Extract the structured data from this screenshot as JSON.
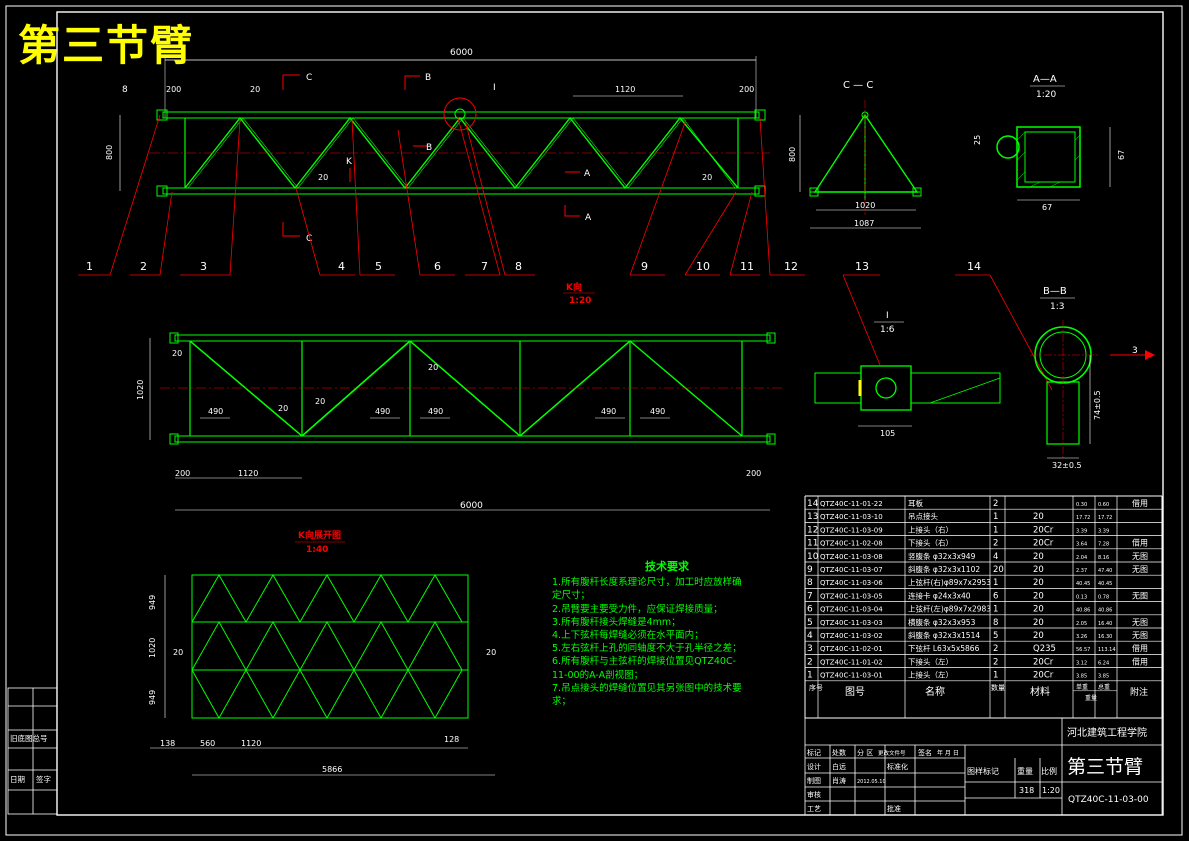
{
  "sheet_title": "第三节臂",
  "dimensions": {
    "overall_6000": "6000",
    "d200": "200",
    "d20": "20",
    "d1120": "1120",
    "d800": "800",
    "d1020": "1020",
    "d1087": "1087",
    "d490": "490",
    "d949": "949",
    "d138": "138",
    "d560": "560",
    "d128": "128",
    "d5866": "5866",
    "d105": "105",
    "d25": "25",
    "d67": "67",
    "d74": "74±0.5",
    "d32": "32±0.5",
    "d8": "8"
  },
  "section_marks": {
    "C": "C",
    "B": "B",
    "A": "A",
    "K": "K",
    "I": "I",
    "three": "3"
  },
  "view_labels": {
    "cc": "C — C",
    "aa": "A—A",
    "aa_scale": "1:20",
    "kview": "K向",
    "kview_scale": "1:20",
    "detail_i": "I",
    "detail_i_scale": "1:6",
    "bb": "B—B",
    "bb_scale": "1:3",
    "unfold": "K向展开图",
    "unfold_scale": "1:40"
  },
  "balloons": [
    "1",
    "2",
    "3",
    "4",
    "5",
    "6",
    "7",
    "8",
    "9",
    "10",
    "11",
    "12",
    "13",
    "14"
  ],
  "tech": {
    "heading": "技术要求",
    "items": [
      "1.所有腹杆长度系理论尺寸，加工时应放样确定尺寸；",
      "2.吊臂要主要受力件，应保证焊接质量；",
      "3.所有腹杆接头焊缝是4mm；",
      "4.上下弦杆每焊缝必须在水平面内；",
      "5.左右弦杆上孔的同轴度不大于孔半径之差；",
      "6.所有腹杆与主弦杆的焊接位置见QTZ40C-11-00的A-A剖视图；",
      "7.吊点接头的焊缝位置见其另张图中的技术要求；"
    ]
  },
  "parts": [
    {
      "no": "14",
      "code": "QTZ40C-11-01-22",
      "name": "耳板",
      "qty": "2",
      "mat": "",
      "w1": "0.30",
      "w2": "0.60",
      "note": "借用"
    },
    {
      "no": "13",
      "code": "QTZ40C-11-03-10",
      "name": "吊点接头",
      "qty": "1",
      "mat": "20",
      "w1": "17.72",
      "w2": "17.72",
      "note": ""
    },
    {
      "no": "12",
      "code": "QTZ40C-11-03-09",
      "name": "上接头（右）",
      "qty": "1",
      "mat": "20Cr",
      "w1": "3.39",
      "w2": "3.39",
      "note": ""
    },
    {
      "no": "11",
      "code": "QTZ40C-11-02-08",
      "name": "下接头（右）",
      "qty": "2",
      "mat": "20Cr",
      "w1": "3.64",
      "w2": "7.28",
      "note": "借用"
    },
    {
      "no": "10",
      "code": "QTZ40C-11-03-08",
      "name": "竖腹条 φ32x3x949",
      "qty": "4",
      "mat": "20",
      "w1": "2.04",
      "w2": "8.16",
      "note": "无图"
    },
    {
      "no": "9",
      "code": "QTZ40C-11-03-07",
      "name": "斜腹条 φ32x3x1102",
      "qty": "20",
      "mat": "20",
      "w1": "2.37",
      "w2": "47.40",
      "note": "无图"
    },
    {
      "no": "8",
      "code": "QTZ40C-11-03-06",
      "name": "上弦杆(右)φ89x7x2953",
      "qty": "1",
      "mat": "20",
      "w1": "40.45",
      "w2": "40.45",
      "note": ""
    },
    {
      "no": "7",
      "code": "QTZ40C-11-03-05",
      "name": "连接卡 φ24x3x40",
      "qty": "6",
      "mat": "20",
      "w1": "0.13",
      "w2": "0.78",
      "note": "无图"
    },
    {
      "no": "6",
      "code": "QTZ40C-11-03-04",
      "name": "上弦杆(左)φ89x7x2983",
      "qty": "1",
      "mat": "20",
      "w1": "40.86",
      "w2": "40.86",
      "note": ""
    },
    {
      "no": "5",
      "code": "QTZ40C-11-03-03",
      "name": "横腹条 φ32x3x953",
      "qty": "8",
      "mat": "20",
      "w1": "2.05",
      "w2": "16.40",
      "note": "无图"
    },
    {
      "no": "4",
      "code": "QTZ40C-11-03-02",
      "name": "斜腹条 φ32x3x1514",
      "qty": "5",
      "mat": "20",
      "w1": "3.26",
      "w2": "16.30",
      "note": "无图"
    },
    {
      "no": "3",
      "code": "QTZ40C-11-02-01",
      "name": "下弦杆 L63x5x5866",
      "qty": "2",
      "mat": "Q235",
      "w1": "56.57",
      "w2": "113.14",
      "note": "借用"
    },
    {
      "no": "2",
      "code": "QTZ40C-11-01-02",
      "name": "下接头（左）",
      "qty": "2",
      "mat": "20Cr",
      "w1": "3.12",
      "w2": "6.24",
      "note": "借用"
    },
    {
      "no": "1",
      "code": "QTZ40C-11-03-01",
      "name": "上接头（左）",
      "qty": "1",
      "mat": "20Cr",
      "w1": "3.85",
      "w2": "3.85",
      "note": ""
    }
  ],
  "parts_header": {
    "no": "序号",
    "code": "图号",
    "name": "名称",
    "qty": "数量",
    "mat": "材料",
    "w1": "单重",
    "w2": "总重",
    "weight": "重量",
    "note": "附注"
  },
  "title_block": {
    "school": "河北建筑工程学院",
    "drawing_title": "第三节臂",
    "drawing_no": "QTZ40C-11-03-00",
    "stage_mark": "图样标记",
    "weight_label": "重量",
    "scale_label": "比例",
    "weight_value": "318",
    "scale_value": "1:20",
    "rev_headers": [
      "标记",
      "处数",
      "分 区",
      "更改文件号",
      "签名",
      "年 月 日"
    ],
    "design": "设计",
    "design_name": "白远",
    "standard": "标准化",
    "drawn": "制图",
    "drawn_name": "肖涛",
    "drawn_date": "2012.05.10",
    "check": "审核",
    "process": "工艺",
    "approve": "批准"
  },
  "left_strip": {
    "old_no": "旧底图总号",
    "date": "日期",
    "sign": "签字"
  }
}
